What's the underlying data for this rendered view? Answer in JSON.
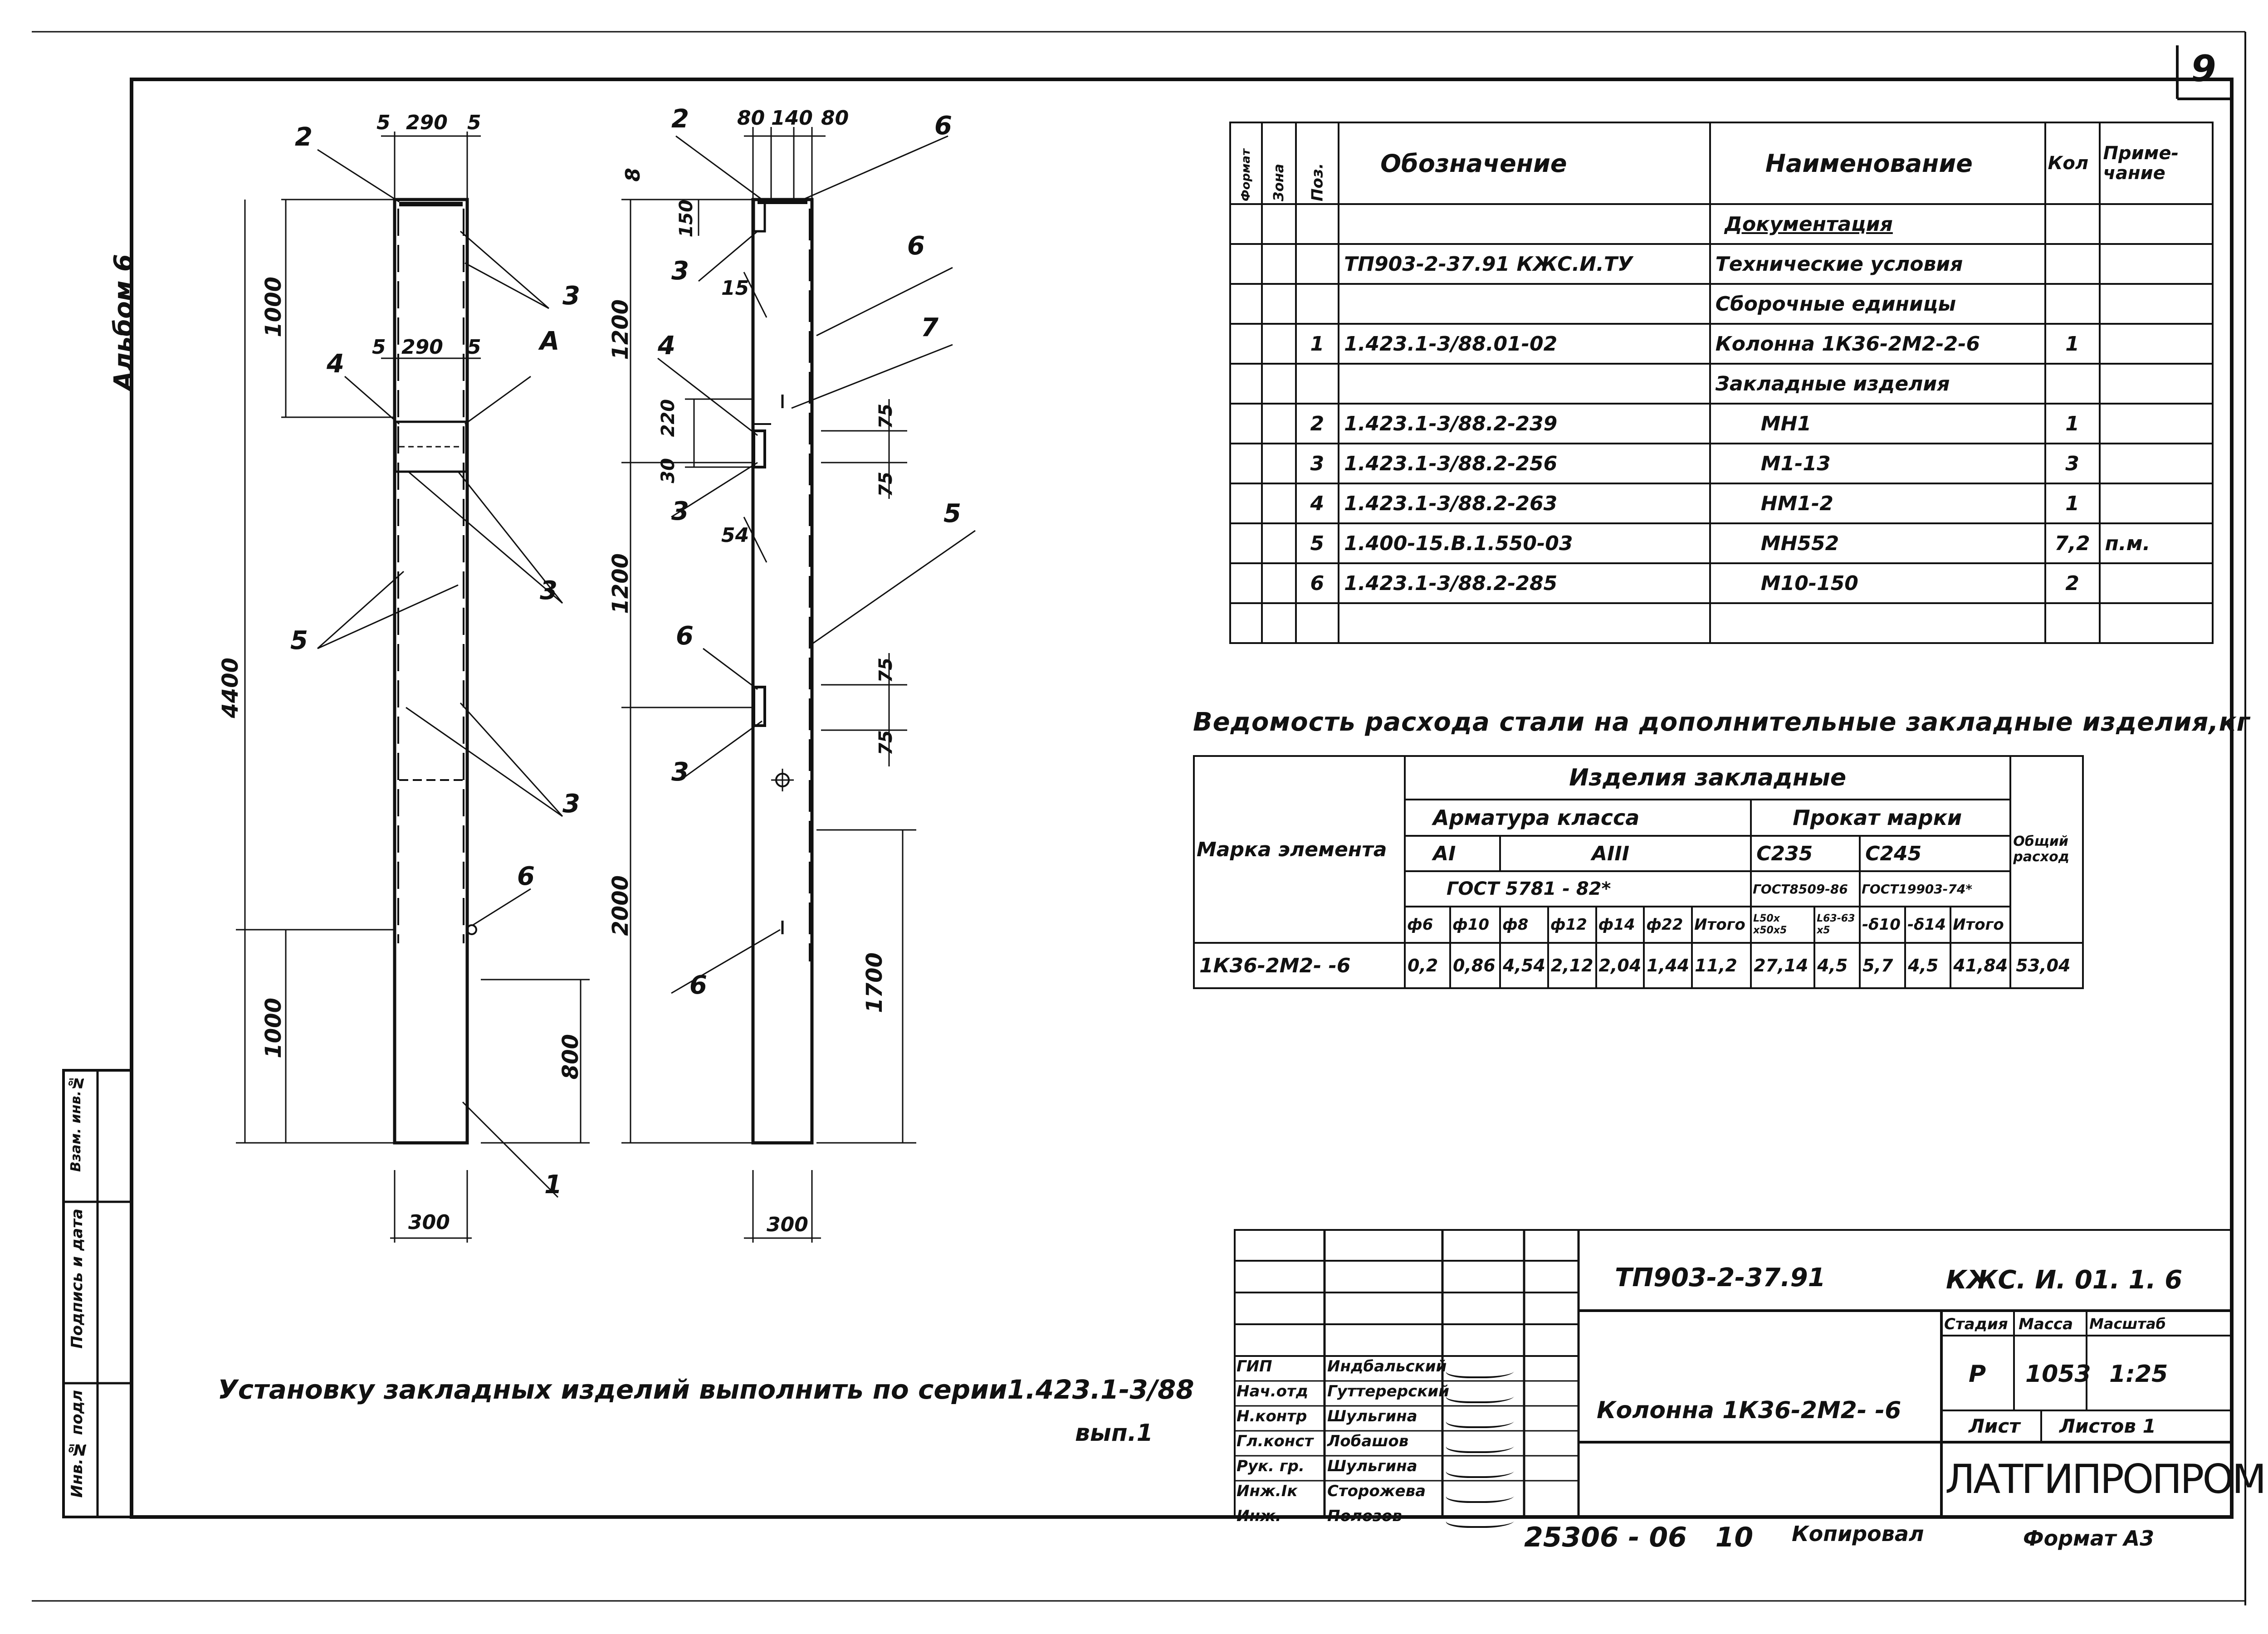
{
  "sheet": {
    "number": "9",
    "album_label": "Альбом 6"
  },
  "left_strip": [
    "Инв.№ подл",
    "Подпись и дата",
    "Взам. инв.№"
  ],
  "drawing": {
    "view1": {
      "dims_top": [
        "5",
        "290",
        "5"
      ],
      "dims_mid": [
        "5",
        "290",
        "5"
      ],
      "dim_1000_top": "1000",
      "dim_4400": "4400",
      "dim_1000_bottom": "1000",
      "dim_800": "800",
      "dim_300": "300",
      "callouts": [
        "2",
        "3",
        "4",
        "А",
        "3",
        "5",
        "3",
        "6",
        "1"
      ]
    },
    "view2": {
      "dims_top": [
        "80",
        "140",
        "80"
      ],
      "dim_8": "8",
      "dim_150": "150",
      "dim_15": "15",
      "dim_1200_a": "1200",
      "dim_220": "220",
      "dim_30": "30",
      "dim_75_a": "75",
      "dim_75_b": "75",
      "dim_54": "54",
      "dim_1200_b": "1200",
      "dim_75_c": "75",
      "dim_75_d": "75",
      "dim_2000": "2000",
      "dim_1700": "1700",
      "dim_300": "300",
      "callouts": [
        "2",
        "6",
        "3",
        "6",
        "4",
        "7",
        "3",
        "5",
        "6",
        "3",
        "6"
      ]
    }
  },
  "spec_table": {
    "headers": {
      "format": "Формат",
      "zone": "Зона",
      "pos": "Поз.",
      "designation": "Обозначение",
      "name": "Наименование",
      "qty": "Кол",
      "note": "Приме-\nчание"
    },
    "rows": [
      {
        "pos": "",
        "designation": "",
        "name": "Документация",
        "qty": "",
        "note": "",
        "underline": true
      },
      {
        "pos": "",
        "designation": "ТП903-2-37.91     КЖС.И.ТУ",
        "name": "Технические условия",
        "qty": "",
        "note": ""
      },
      {
        "pos": "",
        "designation": "",
        "name": "Сборочные единицы",
        "qty": "",
        "note": ""
      },
      {
        "pos": "1",
        "designation": "1.423.1-3/88.01-02",
        "name": "Колонна 1К36-2М2-2-6",
        "qty": "1",
        "note": ""
      },
      {
        "pos": "",
        "designation": "",
        "name": "Закладные изделия",
        "qty": "",
        "note": ""
      },
      {
        "pos": "2",
        "designation": "1.423.1-3/88.2-239",
        "name": "МН1",
        "qty": "1",
        "note": ""
      },
      {
        "pos": "3",
        "designation": "1.423.1-3/88.2-256",
        "name": "М1-13",
        "qty": "3",
        "note": ""
      },
      {
        "pos": "4",
        "designation": "1.423.1-3/88.2-263",
        "name": "НМ1-2",
        "qty": "1",
        "note": ""
      },
      {
        "pos": "5",
        "designation": "1.400-15.В.1.550-03",
        "name": "МН552",
        "qty": "7,2",
        "note": "п.м."
      },
      {
        "pos": "6",
        "designation": "1.423.1-3/88.2-285",
        "name": "М10-150",
        "qty": "2",
        "note": ""
      },
      {
        "pos": "",
        "designation": "",
        "name": "",
        "qty": "",
        "note": ""
      }
    ]
  },
  "steel_table": {
    "title": "Ведомость расхода стали на дополнительные закладные изделия,кг",
    "col_mark": "Марка элемента",
    "col_group": "Изделия закладные",
    "col_rebar": "Арматура класса",
    "col_rolled": "Прокат марки",
    "col_total": "Общий расход",
    "class_a1": "АI",
    "class_a3": "АIII",
    "gost_rebar": "ГОСТ 5781 - 82*",
    "c235": "С235",
    "c245": "С245",
    "gost_c235": "ГОСТ8509-86",
    "gost_c245": "ГОСТ19903-74*",
    "sub_headers": [
      "ф6",
      "ф10",
      "ф8",
      "ф12",
      "ф14",
      "ф22",
      "Итого",
      "L50x\nx50x5",
      "L63-63\nx5",
      "-δ10",
      "-δ14",
      "Итого"
    ],
    "row": {
      "mark": "1К36-2М2-  -6",
      "values": [
        "0,2",
        "0,86",
        "4,54",
        "2,12",
        "2,04",
        "1,44",
        "11,2",
        "27,14",
        "4,5",
        "5,7",
        "4,5",
        "41,84"
      ],
      "total": "53,04"
    }
  },
  "note_text": {
    "line1": "Установку закладных изделий выполнить по серии1.423.1-3/88",
    "line2": "вып.1"
  },
  "title_block": {
    "project": "ТП903-2-37.91",
    "code": "КЖС. И. 01. 1. 6",
    "object": "Колонна 1К36-2М2-  -6",
    "stage_h": "Стадия",
    "mass_h": "Масса",
    "scale_h": "Масштаб",
    "stage": "Р",
    "mass": "1053",
    "scale": "1:25",
    "sheet_h": "Лист",
    "sheets_h": "Листов 1",
    "org": "ЛАТГИПРОПРОМ",
    "staff": [
      {
        "role": "ГИП",
        "name": "Индбальский"
      },
      {
        "role": "Нач.отд",
        "name": "Гуттерерский"
      },
      {
        "role": "Н.контр",
        "name": "Шульгина"
      },
      {
        "role": "Гл.конст",
        "name": "Лобашов"
      },
      {
        "role": "Рук. гр.",
        "name": "Шульгина"
      },
      {
        "role": "Инж.Iк",
        "name": "Сторожева"
      },
      {
        "role": "Инж.",
        "name": "Полозов"
      }
    ]
  },
  "footer": {
    "doc_no": "25306 - 06   10",
    "copied": "Копировал",
    "format": "Формат А3"
  }
}
